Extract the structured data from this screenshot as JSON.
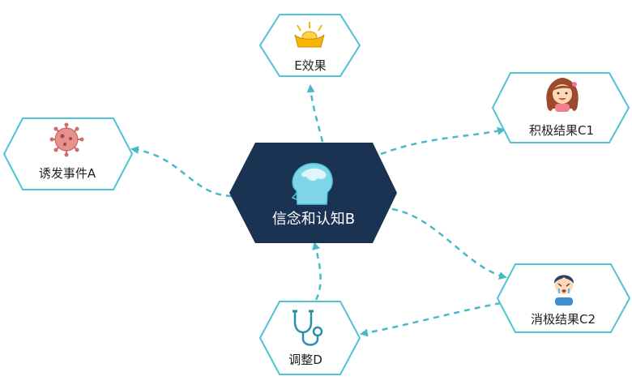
{
  "center": {
    "label": "信念和认知B",
    "icon": "head-profile-icon"
  },
  "nodes": [
    {
      "id": "top",
      "label": "E效果",
      "icon": "gold-ingot-icon"
    },
    {
      "id": "left",
      "label": "诱发事件A",
      "icon": "virus-icon"
    },
    {
      "id": "right_top",
      "label": "积极结果C1",
      "icon": "smiling-girl-icon"
    },
    {
      "id": "right_bottom",
      "label": "消极结果C2",
      "icon": "crying-boy-icon"
    },
    {
      "id": "bottom",
      "label": "调整D",
      "icon": "stethoscope-icon"
    }
  ],
  "colors": {
    "center_fill": "#1b3353",
    "node_border": "#4dc3d3",
    "arrow": "#48b9c7",
    "text": "#222222"
  }
}
